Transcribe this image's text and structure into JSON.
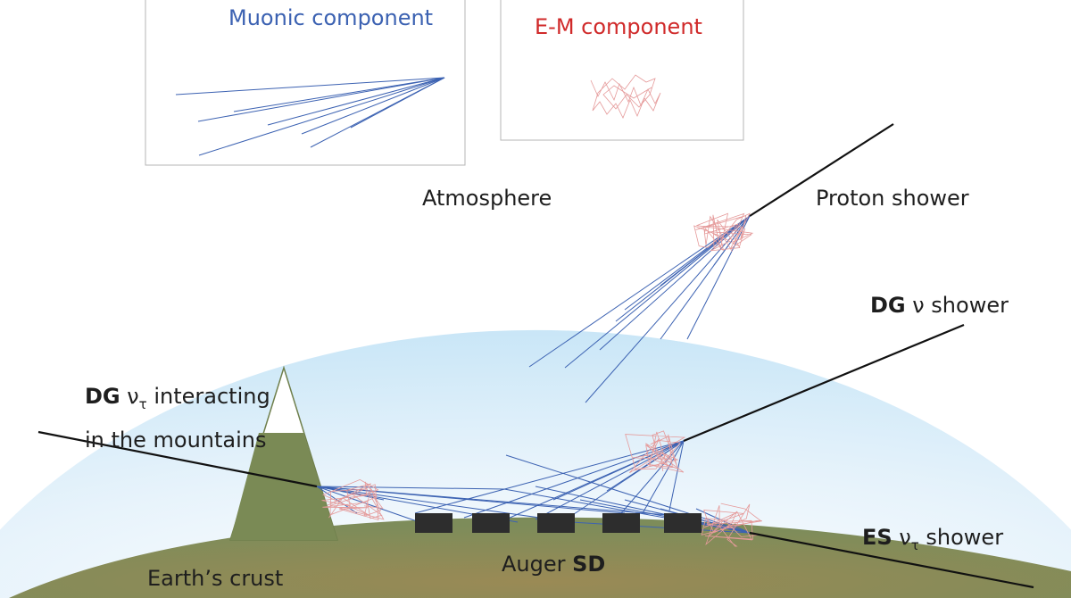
{
  "labels": {
    "muonic_component": "Muonic component",
    "em_component": "E-M component",
    "atmosphere": "Atmosphere",
    "proton_shower": "Proton shower",
    "dg_prefix": "DG",
    "dg_shower_text": "ν shower",
    "dg_mountains_prefix": "DG",
    "dg_mountains_nu": "ν",
    "dg_mountains_tau": "τ",
    "dg_mountains_line1": "interacting",
    "dg_mountains_line2": "in the mountains",
    "es_prefix": "ES",
    "es_nu": "ν",
    "es_tau": "τ",
    "es_shower_text": "shower",
    "earths_crust": "Earth’s crust",
    "auger": "Auger",
    "sd": "SD"
  },
  "colors": {
    "muon_blue": "#3c62b2",
    "em_red": "#d02a2a",
    "track_black": "#111111",
    "sky_blue": "#cfe8f7",
    "ground_green": "#7d8c5a",
    "mountain_green": "#7a8a55",
    "detector": "#2d2d2d",
    "box_border": "#b5b5b5"
  },
  "icons": [
    "mountain-icon",
    "detector-tank-icon"
  ]
}
